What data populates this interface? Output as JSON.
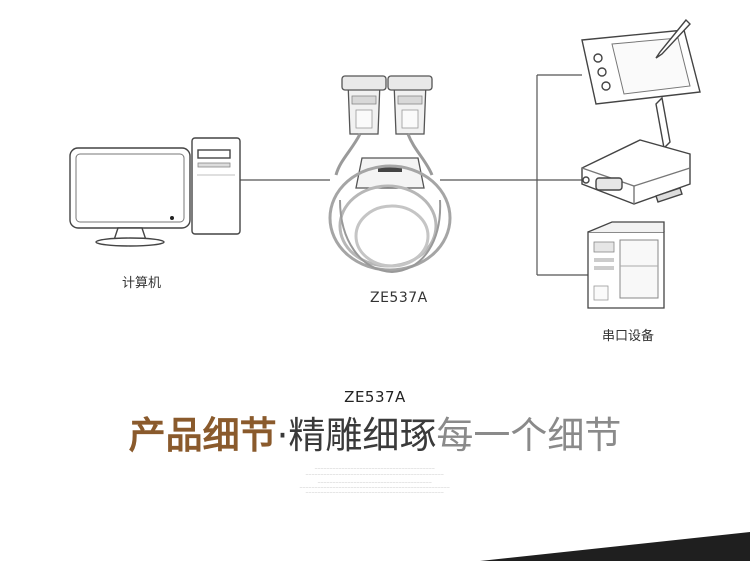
{
  "labels": {
    "computer": "计算机",
    "device": "ZE537A",
    "serial_device": "串口设备"
  },
  "caption": {
    "model": "ZE537A",
    "headline_part1": "产品细节",
    "headline_part2": "·精雕细琢",
    "headline_part3": "每一个细节"
  },
  "colors": {
    "accent_brown": "#8a5a2c",
    "dark_text": "#3a3a3a",
    "light_text": "#8a8a8a",
    "line": "#555555"
  }
}
